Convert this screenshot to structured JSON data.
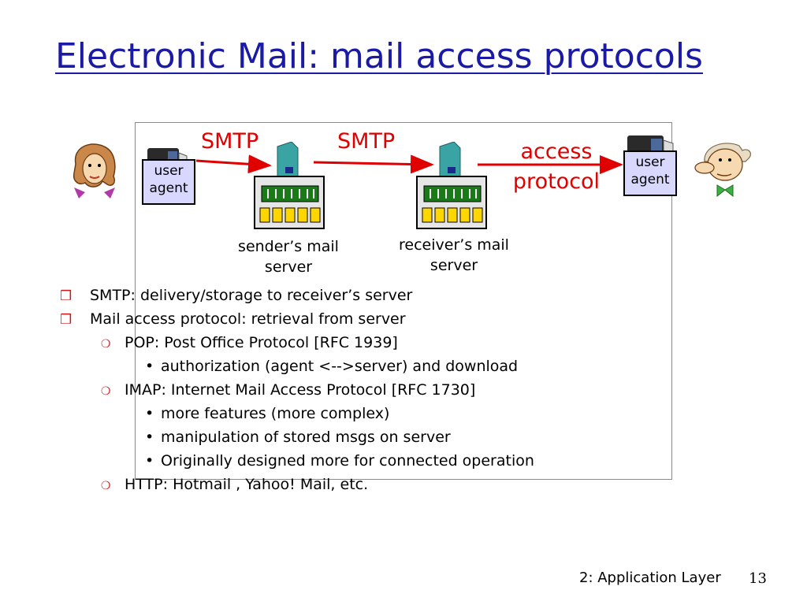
{
  "slide": {
    "title": "Electronic Mail: mail access protocols",
    "footer": "2: Application Layer",
    "page_number": "13"
  },
  "diagram": {
    "smtp_label_1": "SMTP",
    "smtp_label_2": "SMTP",
    "access_line1": "access",
    "access_line2": "protocol",
    "user_agent_left": [
      "user",
      "agent"
    ],
    "user_agent_right": [
      "user",
      "agent"
    ],
    "sender_server": [
      "sender’s mail",
      "server"
    ],
    "receiver_server": [
      "receiver’s mail",
      "server"
    ],
    "colors": {
      "arrow": "#e00000",
      "agent_box": "#d8d8ff",
      "title": "#1a1aa6"
    }
  },
  "bullets": [
    {
      "level": 1,
      "marker": "❒",
      "text": "SMTP: delivery/storage to receiver’s server"
    },
    {
      "level": 1,
      "marker": "❒",
      "text": "Mail access protocol: retrieval from server"
    },
    {
      "level": 2,
      "marker": "❍",
      "text": "POP: Post Office Protocol [RFC 1939]"
    },
    {
      "level": 3,
      "marker": "•",
      "text": "authorization (agent <-->server) and download"
    },
    {
      "level": 2,
      "marker": "❍",
      "text": "IMAP: Internet Mail Access Protocol [RFC 1730]"
    },
    {
      "level": 3,
      "marker": "•",
      "text": "more features (more complex)"
    },
    {
      "level": 3,
      "marker": "•",
      "text": "manipulation of stored msgs on server"
    },
    {
      "level": 3,
      "marker": "•",
      "text": "Originally designed more for connected operation"
    },
    {
      "level": 2,
      "marker": "❍",
      "text": "HTTP: Hotmail , Yahoo! Mail, etc."
    }
  ]
}
